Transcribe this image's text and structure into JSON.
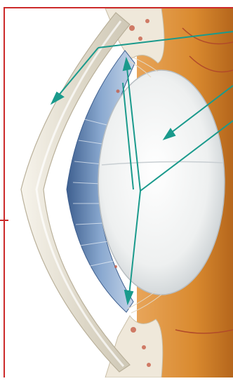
{
  "figure": {
    "description_label": "",
    "colors": {
      "frame": "#cc2a2a",
      "arrow": "#1a9a8c",
      "cornea": "#e6e2d6",
      "iris": "#7f9fc7",
      "iris_dark": "#4f6f9f",
      "lens": "#f1f3f3",
      "retina_bg": "#d98a2f",
      "retina_shadow": "#b5661c",
      "sclera": "#efe8da",
      "blood": "#c5563f"
    },
    "arrows": [
      {
        "name": "cornea-arrow"
      },
      {
        "name": "lens-arrow"
      },
      {
        "name": "upper-zonule-arrow"
      },
      {
        "name": "lower-zonule-arrow"
      }
    ]
  }
}
